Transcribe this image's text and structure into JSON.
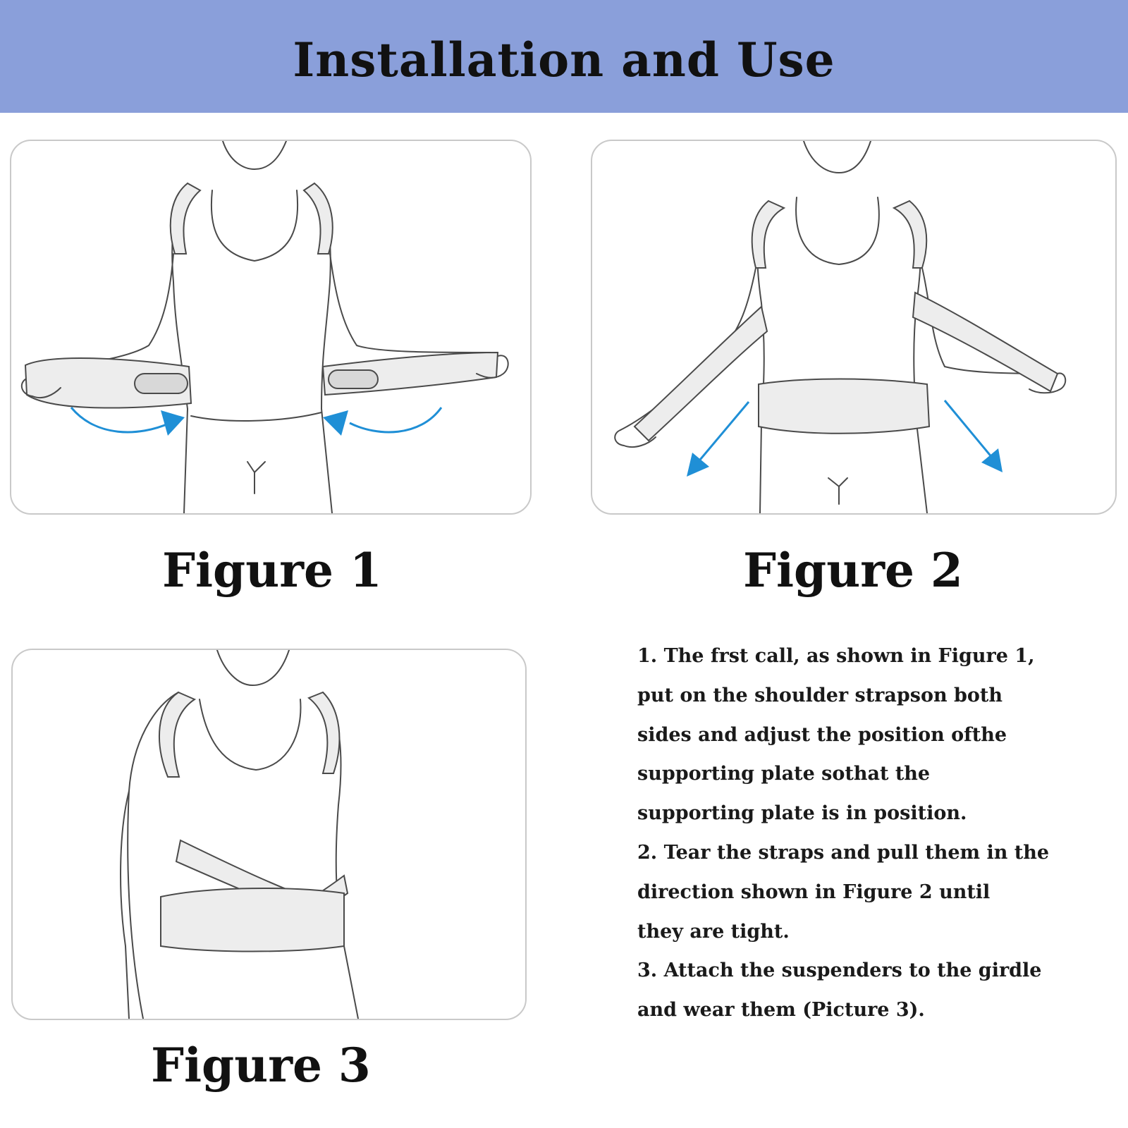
{
  "header": {
    "title": "Installation and Use"
  },
  "figures": [
    {
      "caption": "Figure 1"
    },
    {
      "caption": "Figure 2"
    },
    {
      "caption": "Figure 3"
    }
  ],
  "instructions": {
    "lines": [
      "1. The frst call, as shown in Figure 1,",
      "put on the shoulder strapson both",
      "sides and adjust the position ofthe",
      "supporting plate sothat the",
      "supporting plate is in position.",
      "2. Tear the straps and pull them in the",
      "direction shown in Figure 2 until",
      "they are tight.",
      "3. Attach the suspenders to the girdle",
      "and wear them (Picture 3)."
    ]
  },
  "colors": {
    "banner": "#8a9fda",
    "arrow": "#1f8fd6",
    "panel_border": "#c9c9c9",
    "text": "#111111"
  }
}
